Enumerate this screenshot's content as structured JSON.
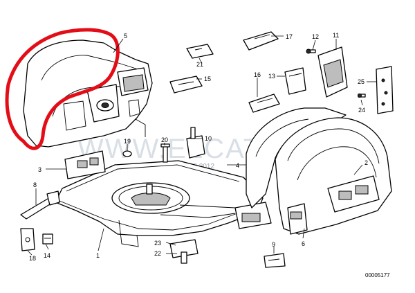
{
  "diagram": {
    "watermark": "WWW.ELCATS.RU",
    "date": "13.08.2012",
    "reference_number": "00005177",
    "highlight_color": "#e30d17",
    "callouts": [
      {
        "id": "1",
        "label": "1"
      },
      {
        "id": "2",
        "label": "2"
      },
      {
        "id": "3",
        "label": "3"
      },
      {
        "id": "4",
        "label": "4"
      },
      {
        "id": "5",
        "label": "5"
      },
      {
        "id": "6",
        "label": "6"
      },
      {
        "id": "8",
        "label": "8"
      },
      {
        "id": "9",
        "label": "9"
      },
      {
        "id": "10",
        "label": "10"
      },
      {
        "id": "11",
        "label": "11"
      },
      {
        "id": "12",
        "label": "12"
      },
      {
        "id": "13",
        "label": "13"
      },
      {
        "id": "14",
        "label": "14"
      },
      {
        "id": "15",
        "label": "15"
      },
      {
        "id": "16",
        "label": "16"
      },
      {
        "id": "17",
        "label": "17"
      },
      {
        "id": "18",
        "label": "18"
      },
      {
        "id": "19",
        "label": "19"
      },
      {
        "id": "20",
        "label": "20"
      },
      {
        "id": "21",
        "label": "21"
      },
      {
        "id": "22",
        "label": "22"
      },
      {
        "id": "23",
        "label": "23"
      },
      {
        "id": "24",
        "label": "24"
      },
      {
        "id": "25",
        "label": "25"
      }
    ]
  }
}
